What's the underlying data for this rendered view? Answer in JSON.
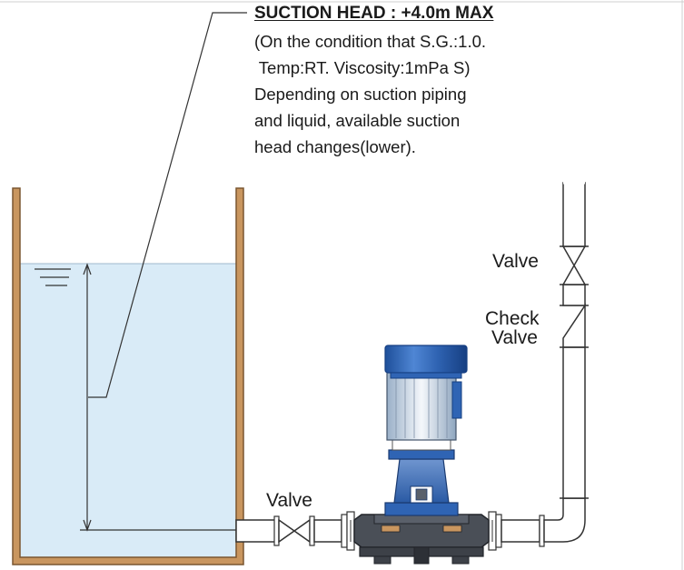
{
  "annotation": {
    "title": "SUCTION HEAD : +4.0m MAX",
    "lines": [
      "(On the condition that S.G.:1.0.",
      " Temp:RT. Viscosity:1mPa S)",
      "Depending on suction piping",
      "and liquid, available suction",
      "head changes(lower)."
    ]
  },
  "labels": {
    "discharge_valve": "Valve",
    "check_valve_line1": "Check",
    "check_valve_line2": "Valve",
    "suction_valve": "Valve"
  },
  "colors": {
    "tank_wall": "#c9965f",
    "liquid": "#d9ebf7",
    "motor_blue": "#2f64b4",
    "pump_base": "#4a4f57",
    "line": "#222222"
  }
}
